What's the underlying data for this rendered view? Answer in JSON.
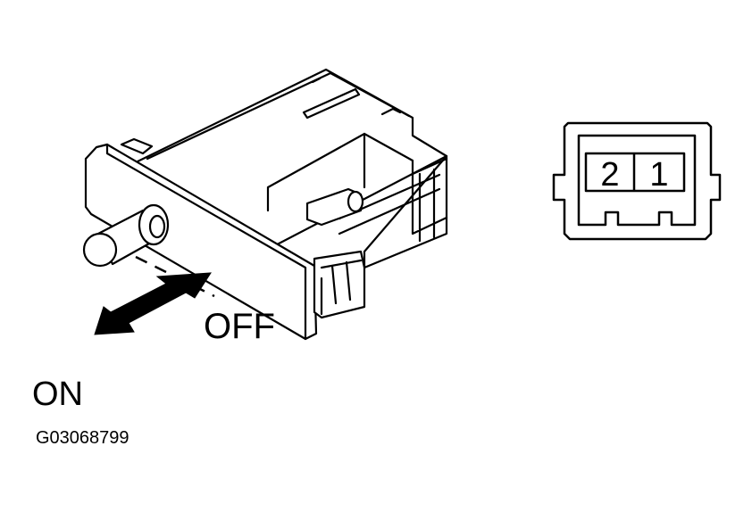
{
  "labels": {
    "off": "OFF",
    "on": "ON",
    "figure_code": "G03068799"
  },
  "connector": {
    "pin_left": "2",
    "pin_right": "1"
  },
  "colors": {
    "ink": "#000000",
    "paper": "#ffffff"
  }
}
